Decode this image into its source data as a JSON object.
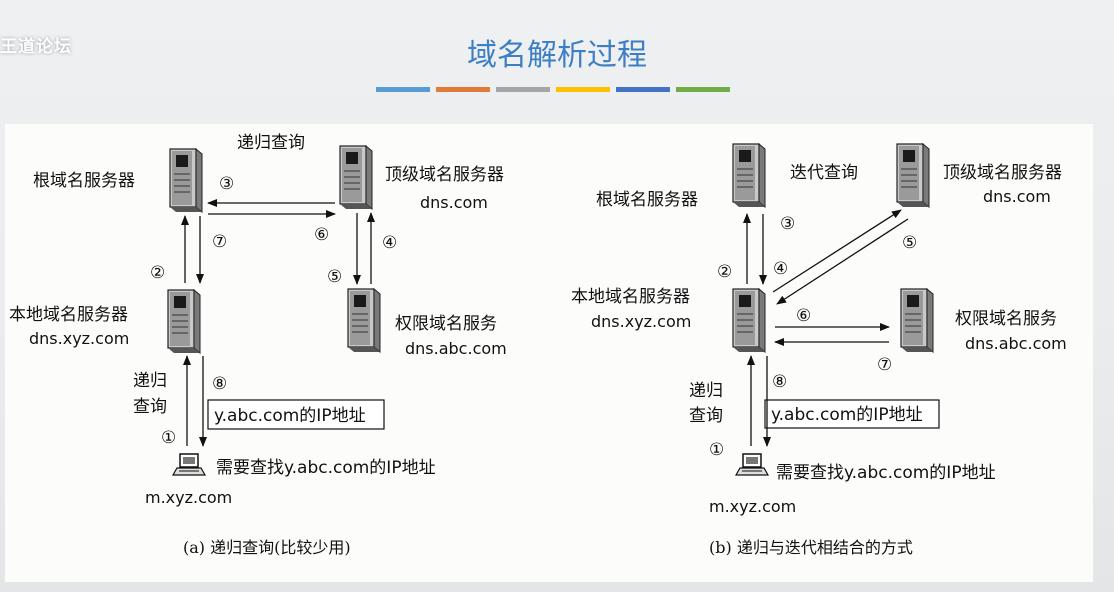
{
  "watermark": "王道论坛",
  "title": "域名解析过程",
  "color_bars": [
    "#5b9bd5",
    "#e07b39",
    "#a5a5a5",
    "#ffc000",
    "#4472c4",
    "#70ad47"
  ],
  "left": {
    "top_label": "递归查询",
    "root": "根域名服务器",
    "tld": "顶级域名服务器",
    "tld_domain": "dns.com",
    "local": "本地域名服务器",
    "local_domain": "dns.xyz.com",
    "auth": "权限域名服务",
    "auth_domain": "dns.abc.com",
    "query_line1": "递归",
    "query_line2": "查询",
    "answer": "y.abc.com的IP地址",
    "request": "需要查找y.abc.com的IP地址",
    "host": "m.xyz.com",
    "steps": [
      "①",
      "②",
      "③",
      "④",
      "⑤",
      "⑥",
      "⑦",
      "⑧"
    ],
    "caption": "(a) 递归查询(比较少用)"
  },
  "right": {
    "top_label": "迭代查询",
    "root": "根域名服务器",
    "tld": "顶级域名服务器",
    "tld_domain": "dns.com",
    "local": "本地域名服务器",
    "local_domain": "dns.xyz.com",
    "auth": "权限域名服务",
    "auth_domain": "dns.abc.com",
    "query_line1": "递归",
    "query_line2": "查询",
    "answer": "y.abc.com的IP地址",
    "request": "需要查找y.abc.com的IP地址",
    "host": "m.xyz.com",
    "steps": [
      "①",
      "②",
      "③",
      "④",
      "⑤",
      "⑥",
      "⑦",
      "⑧"
    ],
    "caption": "(b) 递归与迭代相结合的方式"
  }
}
